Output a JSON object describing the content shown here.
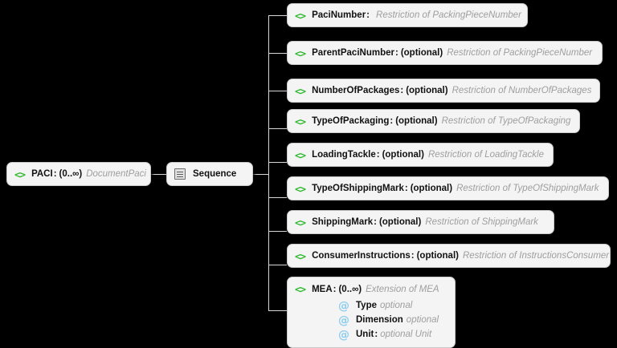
{
  "diagram": {
    "type": "xml-schema-tree",
    "background_color": "#000000",
    "node_fill": "#f4f4f4",
    "element_icon_color": "#2eb82e",
    "attribute_icon_color": "#8ecdee",
    "type_text_color": "#9e9e9e",
    "connector_color": "#d8d8d8"
  },
  "root": {
    "icon": "element-icon",
    "name": "PACI",
    "separator": ":",
    "occurrence": "(0..∞)",
    "type": "DocumentPaci"
  },
  "compositor": {
    "icon": "sequence-icon",
    "label": "Sequence"
  },
  "children": [
    {
      "icon": "element-icon",
      "name": "PaciNumber",
      "separator": ":",
      "occurrence": "",
      "type": "Restriction of PackingPieceNumber"
    },
    {
      "icon": "element-icon",
      "name": "ParentPaciNumber",
      "separator": ":",
      "occurrence": "(optional)",
      "type": "Restriction of PackingPieceNumber"
    },
    {
      "icon": "element-icon",
      "name": "NumberOfPackages",
      "separator": ":",
      "occurrence": "(optional)",
      "type": "Restriction of NumberOfPackages"
    },
    {
      "icon": "element-icon",
      "name": "TypeOfPackaging",
      "separator": ":",
      "occurrence": "(optional)",
      "type": "Restriction of TypeOfPackaging"
    },
    {
      "icon": "element-icon",
      "name": "LoadingTackle",
      "separator": ":",
      "occurrence": "(optional)",
      "type": "Restriction of LoadingTackle"
    },
    {
      "icon": "element-icon",
      "name": "TypeOfShippingMark",
      "separator": ":",
      "occurrence": "(optional)",
      "type": "Restriction of TypeOfShippingMark"
    },
    {
      "icon": "element-icon",
      "name": "ShippingMark",
      "separator": ":",
      "occurrence": "(optional)",
      "type": "Restriction of ShippingMark"
    },
    {
      "icon": "element-icon",
      "name": "ConsumerInstructions",
      "separator": ":",
      "occurrence": "(optional)",
      "type": "Restriction of InstructionsConsumer"
    }
  ],
  "mea": {
    "icon": "element-icon",
    "name": "MEA",
    "separator": ":",
    "occurrence": "(0..∞)",
    "type": "Extension of MEA",
    "attributes": [
      {
        "icon": "attribute-icon",
        "name": "Type",
        "separator": "",
        "type": "optional"
      },
      {
        "icon": "attribute-icon",
        "name": "Dimension",
        "separator": "",
        "type": "optional"
      },
      {
        "icon": "attribute-icon",
        "name": "Unit",
        "separator": ":",
        "type": "optional Unit"
      }
    ]
  }
}
